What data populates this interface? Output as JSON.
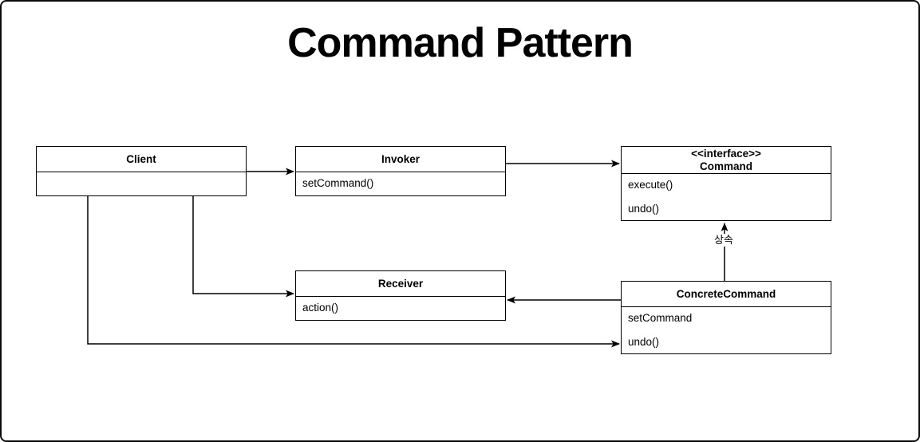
{
  "title": "Command Pattern",
  "colors": {
    "stroke": "#000000",
    "background": "#ffffff",
    "text": "#000000"
  },
  "boxes": {
    "client": {
      "name": "Client",
      "members": []
    },
    "invoker": {
      "name": "Invoker",
      "members": [
        "setCommand()"
      ]
    },
    "command": {
      "stereotype": "<<interface>>",
      "name": "Command",
      "members": [
        "execute()",
        "undo()"
      ]
    },
    "receiver": {
      "name": "Receiver",
      "members": [
        "action()"
      ]
    },
    "concrete_command": {
      "name": "ConcreteCommand",
      "members": [
        "setCommand",
        "undo()"
      ]
    }
  },
  "edges": [
    {
      "from": "Client",
      "to": "Invoker",
      "label": ""
    },
    {
      "from": "Invoker",
      "to": "Command",
      "label": ""
    },
    {
      "from": "Client",
      "to": "Receiver",
      "label": ""
    },
    {
      "from": "Client",
      "to": "ConcreteCommand",
      "label": ""
    },
    {
      "from": "ConcreteCommand",
      "to": "Receiver",
      "label": ""
    },
    {
      "from": "ConcreteCommand",
      "to": "Command",
      "label": "상속"
    }
  ]
}
